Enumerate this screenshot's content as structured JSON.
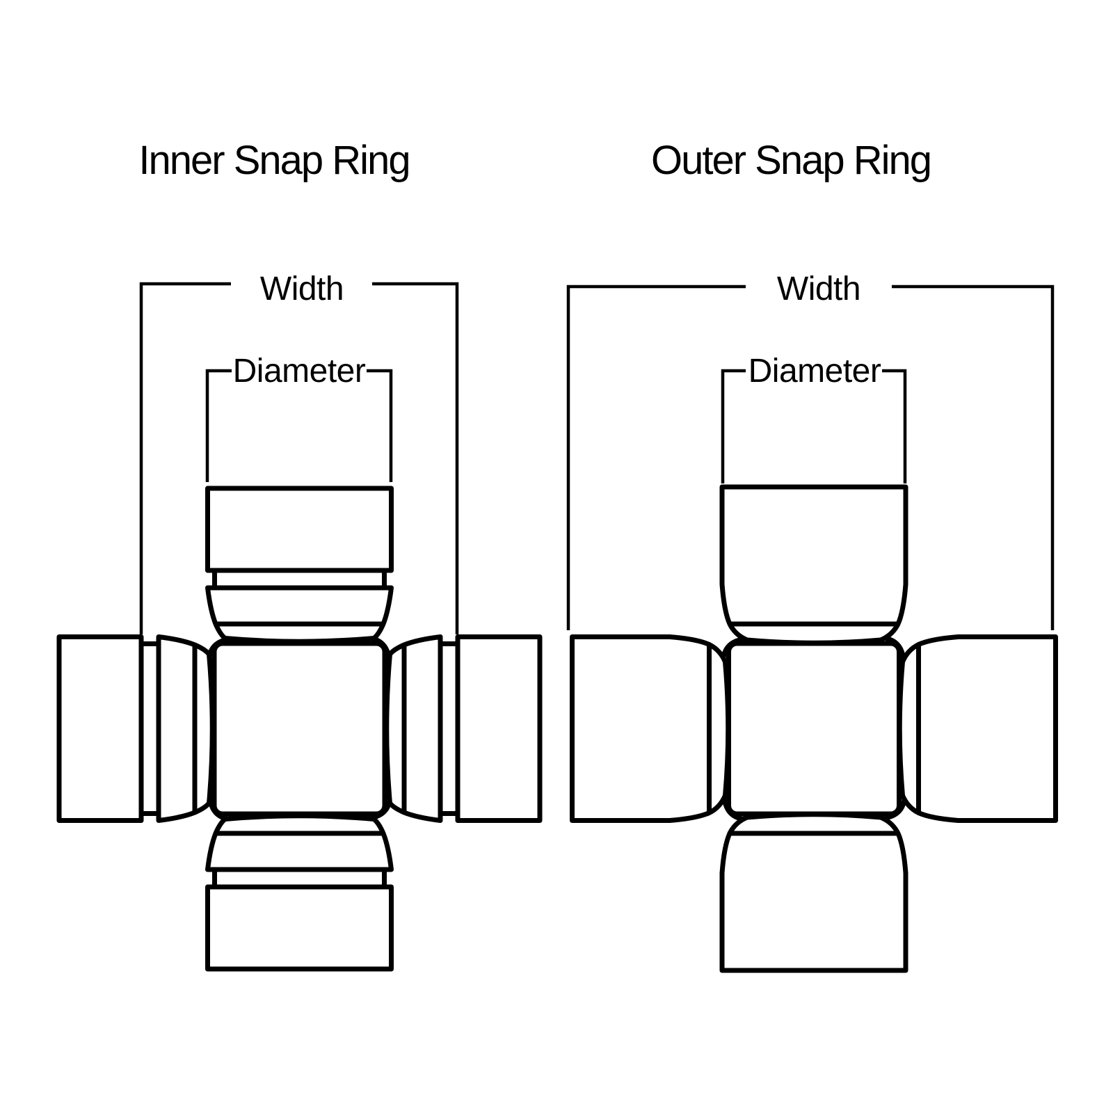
{
  "colors": {
    "background": "#ffffff",
    "ink": "#000000"
  },
  "diagrams": [
    {
      "id": "inner-snap-ring",
      "title": "Inner Snap Ring",
      "labels": {
        "width": "Width",
        "diameter": "Diameter"
      }
    },
    {
      "id": "outer-snap-ring",
      "title": "Outer Snap Ring",
      "labels": {
        "width": "Width",
        "diameter": "Diameter"
      }
    }
  ]
}
